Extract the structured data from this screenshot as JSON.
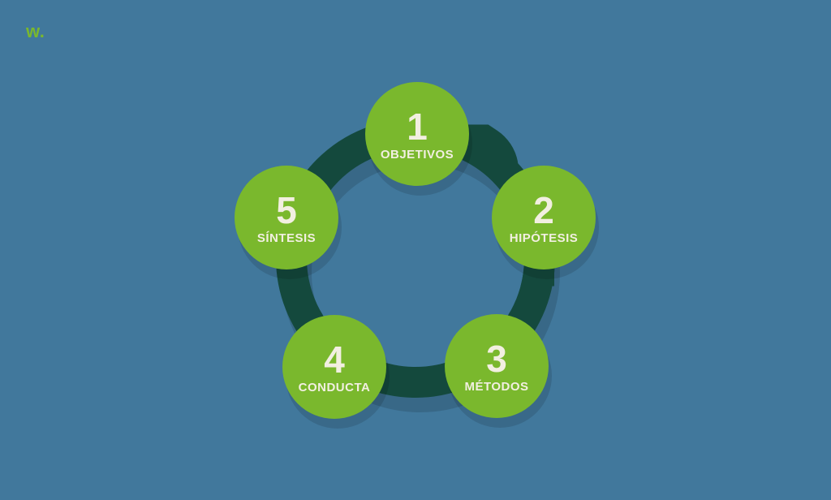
{
  "slide": {
    "background_color": "#41789C",
    "ring_color": "#14493D",
    "circle_color": "#7AB82D",
    "text_color": "#F2EFE1"
  },
  "logo": {
    "text": "w.",
    "color": "#7AB82D"
  },
  "diagram": {
    "type": "5-step-cycle",
    "steps": [
      {
        "number": "1",
        "label": "OBJETIVOS"
      },
      {
        "number": "2",
        "label": "HIPÓTESIS"
      },
      {
        "number": "3",
        "label": "MÉTODOS"
      },
      {
        "number": "4",
        "label": "CONDUCTA"
      },
      {
        "number": "5",
        "label": "SÍNTESIS"
      }
    ]
  }
}
